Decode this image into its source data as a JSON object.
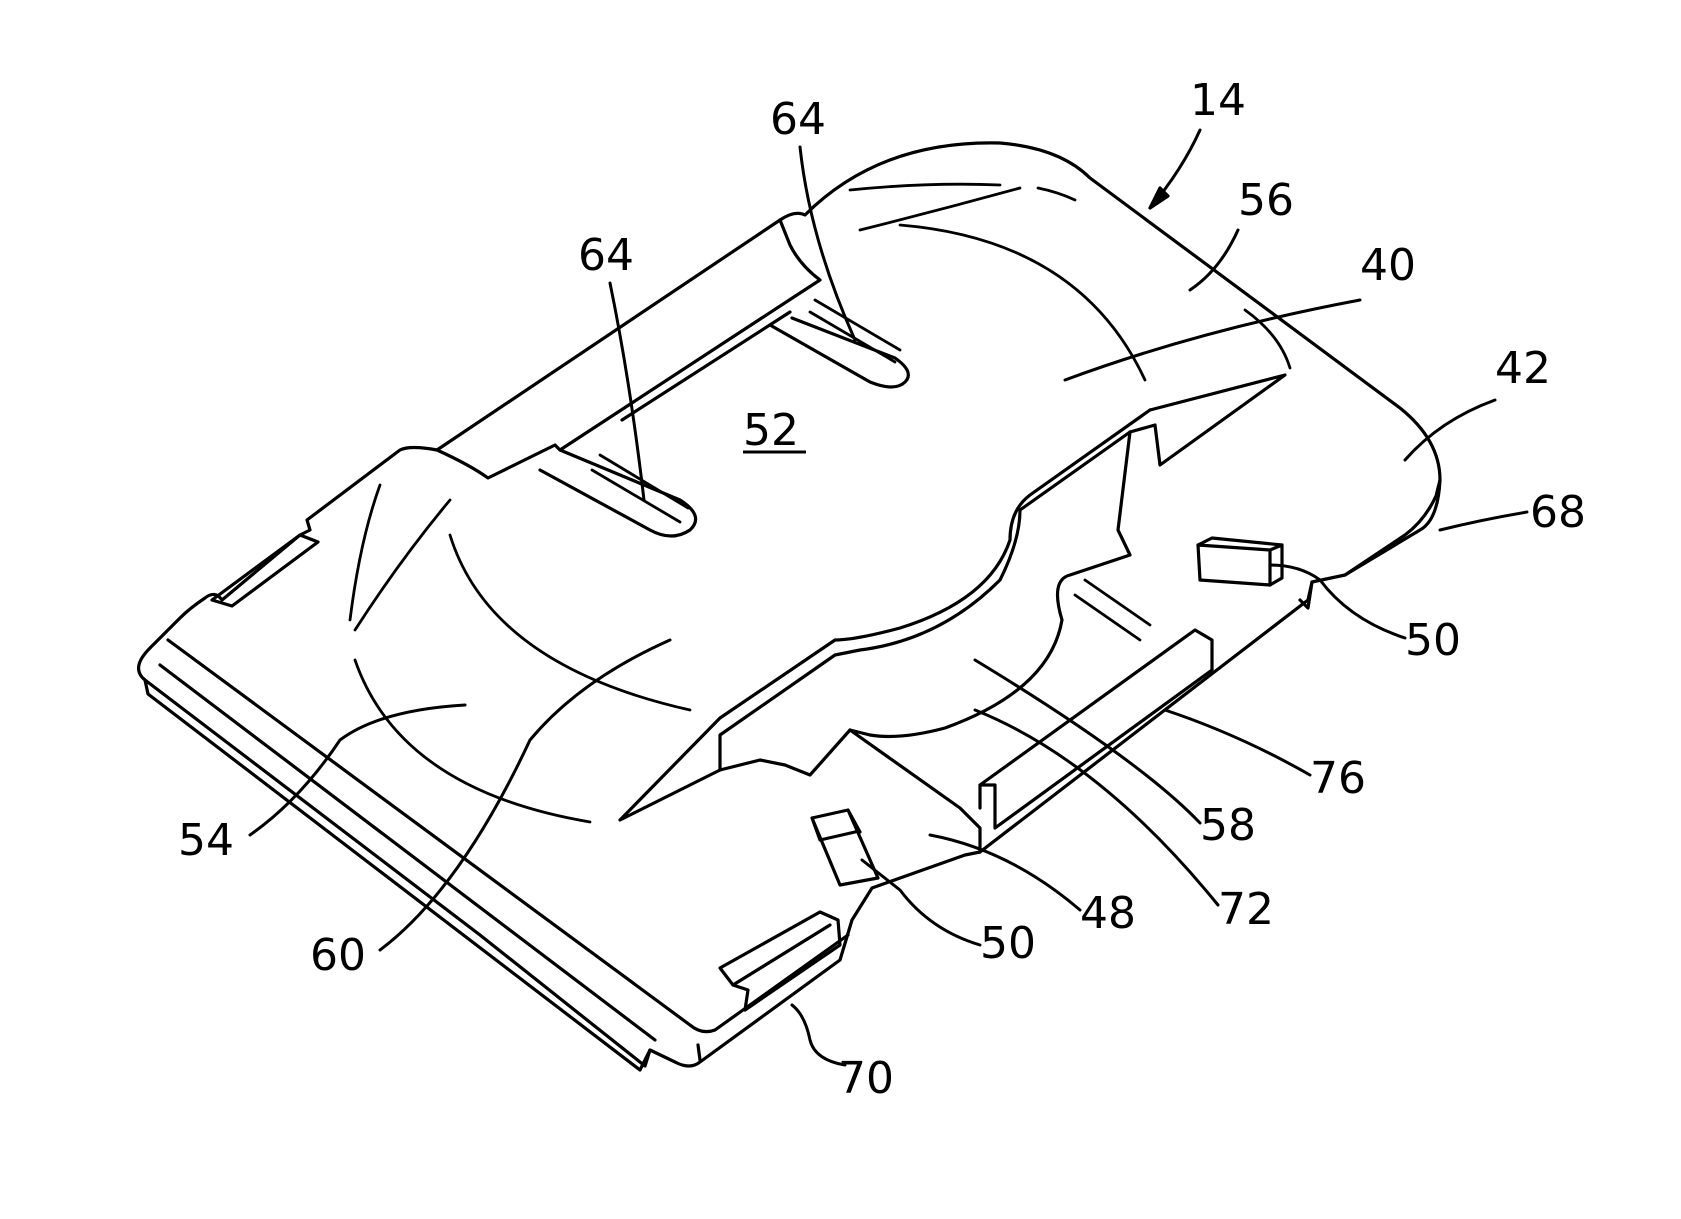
{
  "figure": {
    "labels": {
      "l14": "14",
      "l64a": "64",
      "l64b": "64",
      "l56": "56",
      "l40": "40",
      "l42": "42",
      "l68": "68",
      "l52": "52",
      "l50a": "50",
      "l76": "76",
      "l58": "58",
      "l72": "72",
      "l48": "48",
      "l50b": "50",
      "l54": "54",
      "l60": "60",
      "l70": "70"
    },
    "colors": {
      "ink": "#000000",
      "paper": "#ffffff"
    }
  }
}
